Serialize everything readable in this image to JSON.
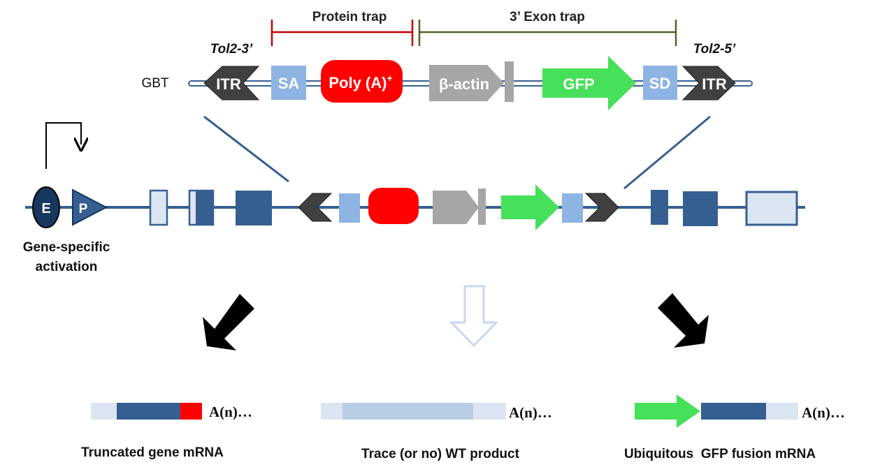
{
  "labels": {
    "protein_trap": "Protein trap",
    "exon_trap": "3’ Exon trap",
    "tol2_3": "Tol2-3’",
    "tol2_5": "Tol2-5’",
    "gbt": "GBT",
    "itr_left": "ITR",
    "sa": "SA",
    "polya_main": "Poly (A)",
    "polya_sup": "+",
    "beta_actin": "β-actin",
    "gfp": "GFP",
    "sd": "SD",
    "itr_right": "ITR",
    "enhancer": "E",
    "promoter": "P",
    "activation_line1": "Gene-specific",
    "activation_line2": "activation",
    "polya_tail_1": "A(n)…",
    "polya_tail_2": "A(n)…",
    "polya_tail_3": "A(n)…",
    "truncated": "Truncated gene mRNA",
    "trace": "Trace (or no) WT product",
    "ubiquitous": "Ubiquitous  GFP fusion mRNA"
  },
  "colors": {
    "gene_dark": "#365f91",
    "gene_light": "#dce6f2",
    "sa_sd": "#8eb4e3",
    "polya": "#ff0000",
    "beta_actin": "#a6a6a6",
    "gfp": "#47e05a",
    "itr": "#404040",
    "protein_trap_bar": "#c00000",
    "exon_trap_bar": "#4f6228"
  }
}
